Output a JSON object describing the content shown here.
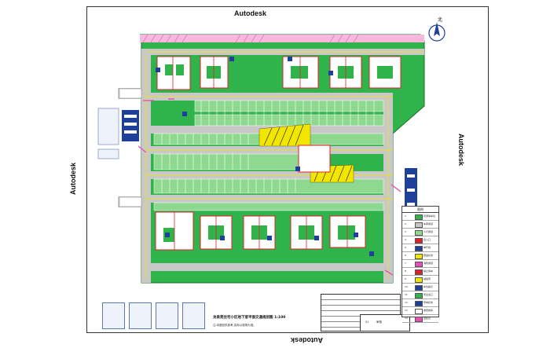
{
  "watermark": {
    "top": "Autodesk",
    "left": "Autodesk",
    "right": "Autodesk",
    "bottom": "Autodesk"
  },
  "north_arrow": {
    "label": "北"
  },
  "drawing": {
    "caption": "龙泉苑住宅小区地下室平面交通规划图 1:100",
    "note": "注:本图仅供参考,实际以现场为准。"
  },
  "colors": {
    "parking_green": "#2fb34a",
    "light_green": "#8fd88f",
    "road_grey": "#c8c8c8",
    "wall_red": "#e0202a",
    "sign_blue": "#1e3f9a",
    "sign_yellow": "#f2e600",
    "ramp_pink": "#e84fb3"
  },
  "legend": {
    "title": "图例",
    "items": [
      {
        "index": "1",
        "text": "普通停车位"
      },
      {
        "index": "2",
        "text": "车库通道"
      },
      {
        "index": "3",
        "text": "人行通道"
      },
      {
        "index": "4",
        "text": "出入口"
      },
      {
        "index": "5",
        "text": "单行线"
      },
      {
        "index": "6",
        "text": "限速标志"
      },
      {
        "index": "7",
        "text": "消防通道"
      },
      {
        "index": "8",
        "text": "禁止停车"
      },
      {
        "index": "9",
        "text": "减速带"
      },
      {
        "index": "10",
        "text": "车位指示"
      },
      {
        "index": "11",
        "text": "安全出口"
      },
      {
        "index": "12",
        "text": "导向标志"
      },
      {
        "index": "13",
        "text": "收费岗亭"
      },
      {
        "index": "14",
        "text": "监控点"
      }
    ]
  },
  "title_block": {
    "label": "审核",
    "drawing_no": "01"
  }
}
